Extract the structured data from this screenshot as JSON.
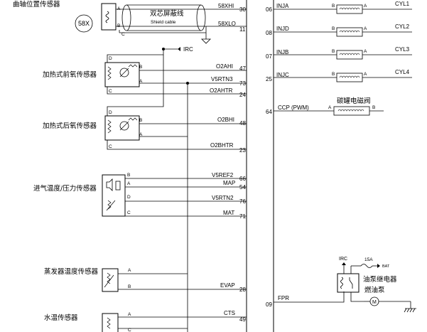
{
  "sensors": {
    "crank": "曲轴位置传感器",
    "o2_front": "加热式前氧传感器",
    "o2_rear": "加热式后氧传感器",
    "map": "进气温度/压力传感器",
    "evap": "蒸发器温度传感器",
    "cts": "水温传感器"
  },
  "crank_badge": "58X",
  "shield": {
    "cn": "双芯屏蔽线",
    "en": "Shield cable"
  },
  "irc": "IRC",
  "signals_left": [
    {
      "name": "58XHI",
      "pin": "30"
    },
    {
      "name": "58XLO",
      "pin": "11"
    },
    {
      "name": "O2AHI",
      "pin": "47"
    },
    {
      "name": "V5RTN3",
      "pin": "73"
    },
    {
      "name": "O2AHTR",
      "pin": "24"
    },
    {
      "name": "O2BHI",
      "pin": "48"
    },
    {
      "name": "O2BHTR",
      "pin": "23"
    },
    {
      "name": "V5REF2",
      "pin": "66"
    },
    {
      "name": "MAP",
      "pin": "54"
    },
    {
      "name": "V5RTN2",
      "pin": "76"
    },
    {
      "name": "MAT",
      "pin": "71"
    },
    {
      "name": "EVAP",
      "pin": "28"
    },
    {
      "name": "CTS",
      "pin": "49"
    }
  ],
  "terminals": {
    "a": "A",
    "b": "B",
    "c": "C",
    "d": "D"
  },
  "injectors": [
    {
      "pin": "06",
      "signal": "INJA",
      "cyl": "CYL1"
    },
    {
      "pin": "08",
      "signal": "INJD",
      "cyl": "CYL2"
    },
    {
      "pin": "07",
      "signal": "INJB",
      "cyl": "CYL3"
    },
    {
      "pin": "25",
      "signal": "INJC",
      "cyl": "CYL4"
    }
  ],
  "ccp": {
    "pin": "64",
    "signal": "CCP (PWM)",
    "label": "碳罐电磁阀"
  },
  "fpr": {
    "pin": "09",
    "signal": "FPR",
    "relay": "油泵继电器",
    "pump": "燃油泵",
    "fuse": "15A",
    "bat": "BAT",
    "motor": "M"
  }
}
